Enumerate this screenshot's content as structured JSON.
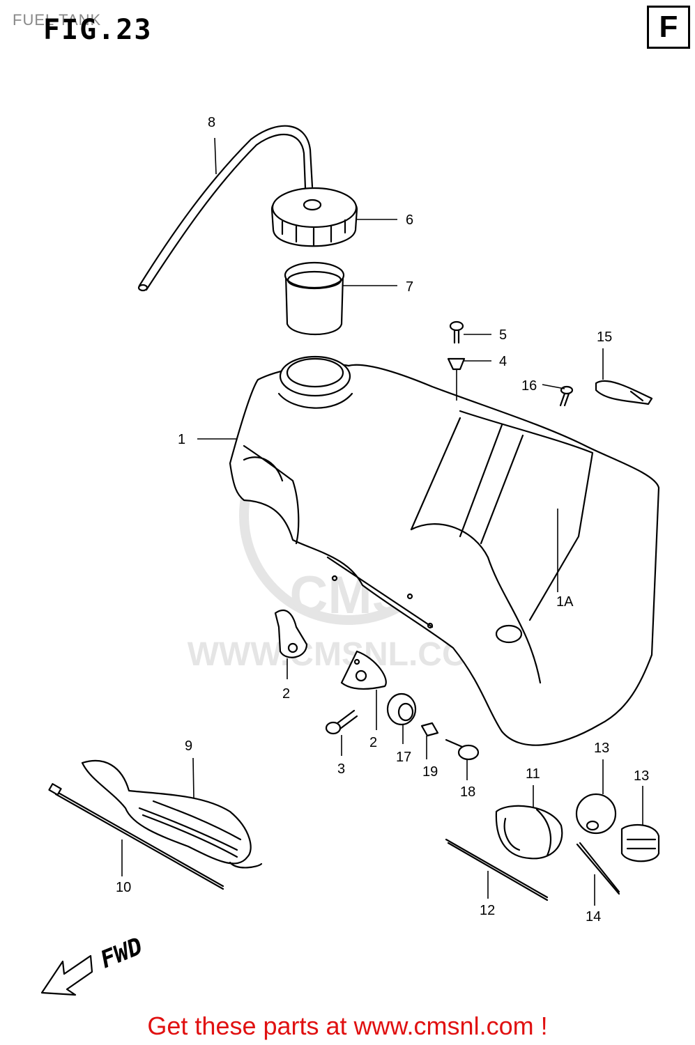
{
  "header": {
    "section_title": "FUEL TANK",
    "figure_label": "FIG.23",
    "section_letter": "F"
  },
  "watermark": {
    "text": "WWW.CMSNL.COM",
    "logo_text": "CMS"
  },
  "callouts": {
    "c1": "1",
    "c1a": "1A",
    "c2a": "2",
    "c2b": "2",
    "c3": "3",
    "c4": "4",
    "c5": "5",
    "c6": "6",
    "c7": "7",
    "c8": "8",
    "c9": "9",
    "c10": "10",
    "c11": "11",
    "c12": "12",
    "c13a": "13",
    "c13b": "13",
    "c14": "14",
    "c15": "15",
    "c16": "16",
    "c17": "17",
    "c18": "18",
    "c19": "19"
  },
  "direction": {
    "label": "FWD"
  },
  "footer": {
    "promo_text": "Get these parts at www.cmsnl.com !"
  },
  "colors": {
    "promo": "#e01010",
    "watermark": "#cccccc",
    "section_title": "#888888"
  }
}
